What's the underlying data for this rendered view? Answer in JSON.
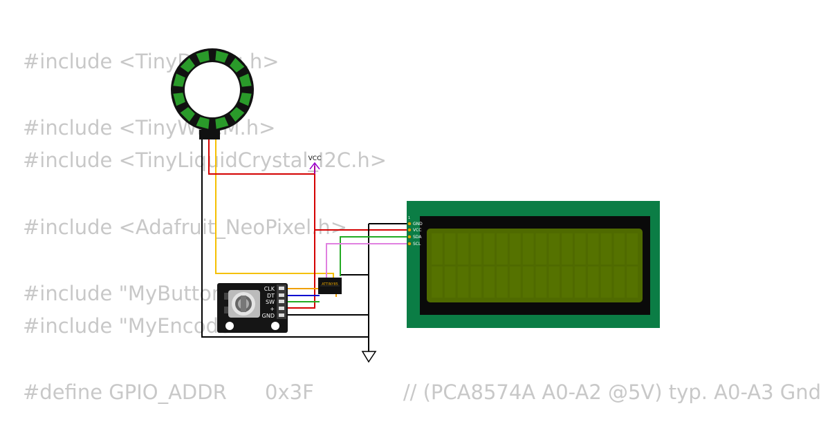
{
  "code_lines": [
    "#include <TinyDebug.h>",
    "#include <TinyWireM.h>",
    "#include <TinyLiquidCrystal_I2C.h>",
    "#include <Adafruit_NeoPixel.h>",
    "#include \"MyButton.h\"",
    "#include \"MyEncoder.h\"",
    "#define GPIO_ADDR      0x3F              // (PCA8574A A0-A2 @5V) typ. A0-A3 Gnd"
  ],
  "power": {
    "vcc_label": "VCC"
  },
  "mcu": {
    "label": "ATTINY85"
  },
  "encoder": {
    "pins": [
      "CLK",
      "DT",
      "SW",
      "+",
      "GND"
    ]
  },
  "lcd": {
    "pin1_label": "1",
    "pins": [
      "GND",
      "VCC",
      "SDA",
      "SCL"
    ]
  },
  "colors": {
    "wire_power": "#d40000",
    "wire_ground": "#000000",
    "wire_signal_yellow": "#f5c000",
    "wire_sda": "#22aa22",
    "wire_scl": "#e080e0",
    "wire_dt": "#0000d0",
    "wire_clk": "#f0a000",
    "lcd_board": "#0b7d45",
    "lcd_screen": "#4f6a00",
    "neopixel_pixel": "#2a9a2a"
  }
}
